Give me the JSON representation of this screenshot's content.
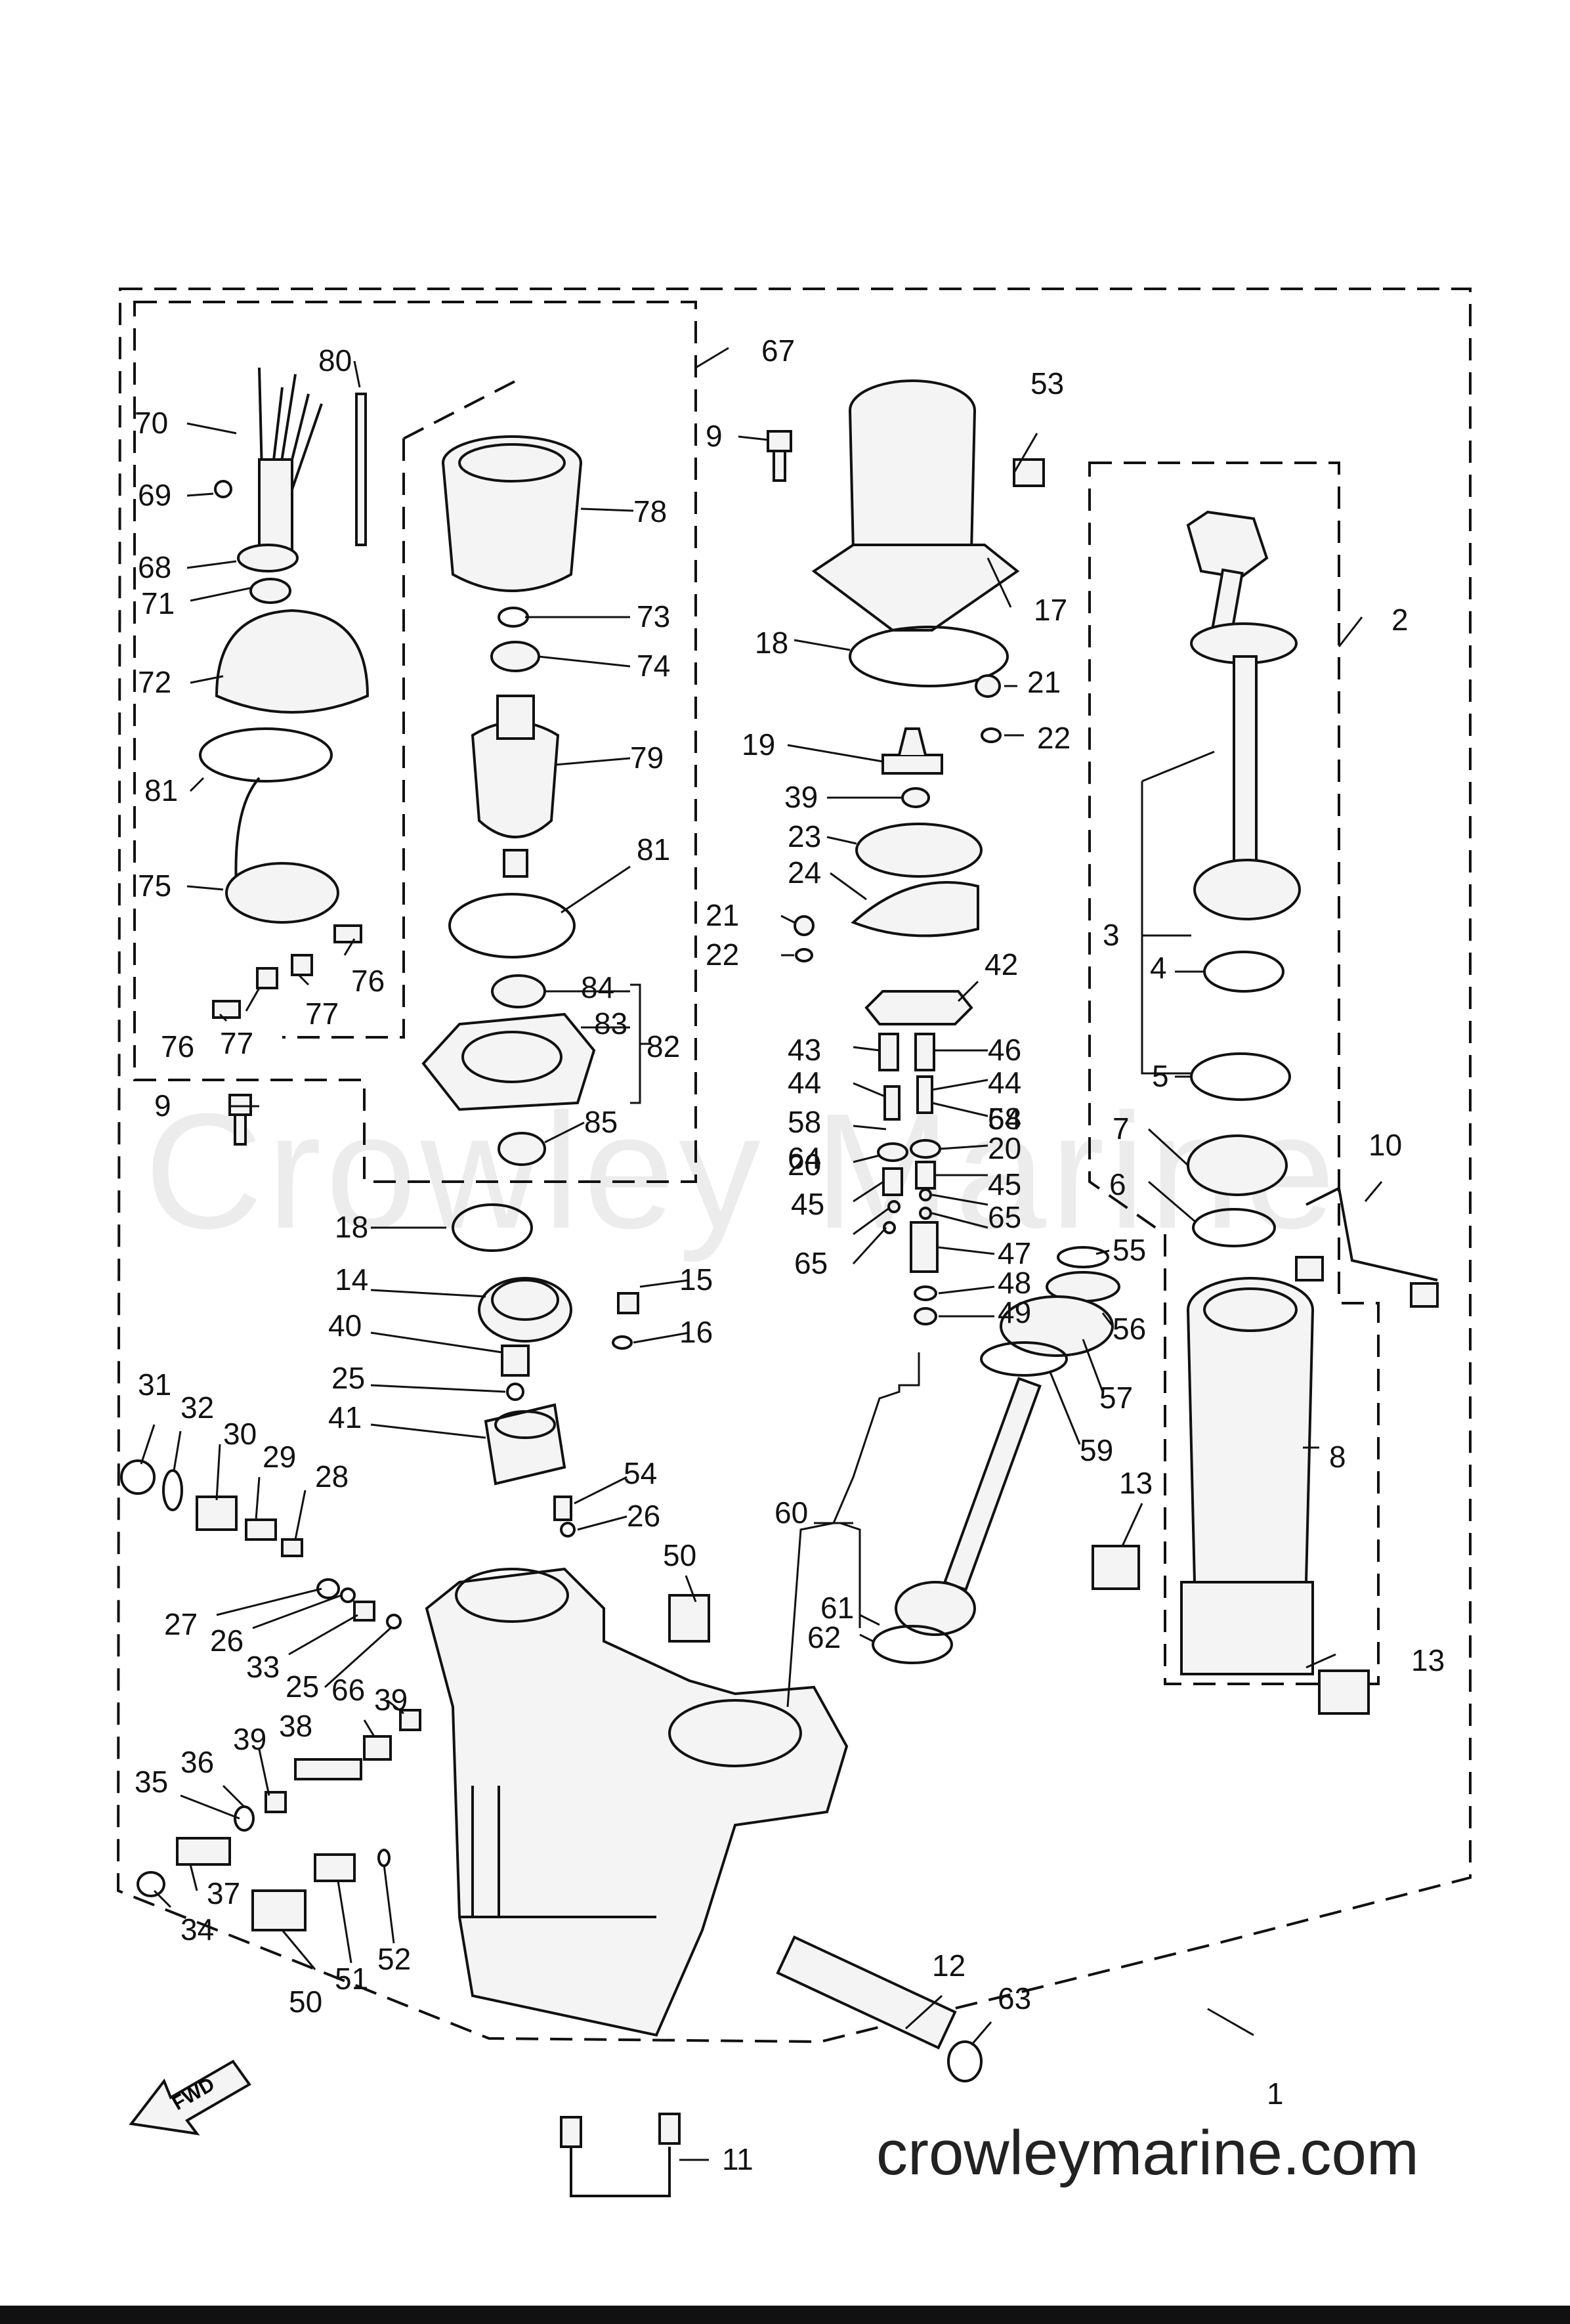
{
  "diagram": {
    "watermark": "Crowley Marine",
    "website": "crowleymarine.com",
    "fwd_label": "FWD",
    "labels": [
      {
        "id": "1",
        "text": "1"
      },
      {
        "id": "2",
        "text": "2"
      },
      {
        "id": "3",
        "text": "3"
      },
      {
        "id": "4",
        "text": "4"
      },
      {
        "id": "5",
        "text": "5"
      },
      {
        "id": "6",
        "text": "6"
      },
      {
        "id": "7",
        "text": "7"
      },
      {
        "id": "8",
        "text": "8"
      },
      {
        "id": "9a",
        "text": "9"
      },
      {
        "id": "9b",
        "text": "9"
      },
      {
        "id": "10",
        "text": "10"
      },
      {
        "id": "11",
        "text": "11"
      },
      {
        "id": "12",
        "text": "12"
      },
      {
        "id": "13a",
        "text": "13"
      },
      {
        "id": "13b",
        "text": "13"
      },
      {
        "id": "14",
        "text": "14"
      },
      {
        "id": "15",
        "text": "15"
      },
      {
        "id": "16",
        "text": "16"
      },
      {
        "id": "17",
        "text": "17"
      },
      {
        "id": "18a",
        "text": "18"
      },
      {
        "id": "18b",
        "text": "18"
      },
      {
        "id": "19",
        "text": "19"
      },
      {
        "id": "20a",
        "text": "20"
      },
      {
        "id": "20b",
        "text": "20"
      },
      {
        "id": "21a",
        "text": "21"
      },
      {
        "id": "21b",
        "text": "21"
      },
      {
        "id": "22a",
        "text": "22"
      },
      {
        "id": "22b",
        "text": "22"
      },
      {
        "id": "23",
        "text": "23"
      },
      {
        "id": "24",
        "text": "24"
      },
      {
        "id": "25a",
        "text": "25"
      },
      {
        "id": "25b",
        "text": "25"
      },
      {
        "id": "26a",
        "text": "26"
      },
      {
        "id": "26b",
        "text": "26"
      },
      {
        "id": "27",
        "text": "27"
      },
      {
        "id": "28",
        "text": "28"
      },
      {
        "id": "29",
        "text": "29"
      },
      {
        "id": "30",
        "text": "30"
      },
      {
        "id": "31",
        "text": "31"
      },
      {
        "id": "32",
        "text": "32"
      },
      {
        "id": "33",
        "text": "33"
      },
      {
        "id": "34",
        "text": "34"
      },
      {
        "id": "35",
        "text": "35"
      },
      {
        "id": "36",
        "text": "36"
      },
      {
        "id": "37",
        "text": "37"
      },
      {
        "id": "38",
        "text": "38"
      },
      {
        "id": "39a",
        "text": "39"
      },
      {
        "id": "39b",
        "text": "39"
      },
      {
        "id": "39c",
        "text": "39"
      },
      {
        "id": "40",
        "text": "40"
      },
      {
        "id": "41",
        "text": "41"
      },
      {
        "id": "42",
        "text": "42"
      },
      {
        "id": "43",
        "text": "43"
      },
      {
        "id": "44a",
        "text": "44"
      },
      {
        "id": "44b",
        "text": "44"
      },
      {
        "id": "45a",
        "text": "45"
      },
      {
        "id": "45b",
        "text": "45"
      },
      {
        "id": "46",
        "text": "46"
      },
      {
        "id": "47",
        "text": "47"
      },
      {
        "id": "48",
        "text": "48"
      },
      {
        "id": "49",
        "text": "49"
      },
      {
        "id": "50a",
        "text": "50"
      },
      {
        "id": "50b",
        "text": "50"
      },
      {
        "id": "51",
        "text": "51"
      },
      {
        "id": "52",
        "text": "52"
      },
      {
        "id": "53",
        "text": "53"
      },
      {
        "id": "54",
        "text": "54"
      },
      {
        "id": "55",
        "text": "55"
      },
      {
        "id": "56",
        "text": "56"
      },
      {
        "id": "57",
        "text": "57"
      },
      {
        "id": "58a",
        "text": "58"
      },
      {
        "id": "58b",
        "text": "58"
      },
      {
        "id": "59",
        "text": "59"
      },
      {
        "id": "60",
        "text": "60"
      },
      {
        "id": "61",
        "text": "61"
      },
      {
        "id": "62",
        "text": "62"
      },
      {
        "id": "63",
        "text": "63"
      },
      {
        "id": "64a",
        "text": "64"
      },
      {
        "id": "64b",
        "text": "64"
      },
      {
        "id": "65a",
        "text": "65"
      },
      {
        "id": "65b",
        "text": "65"
      },
      {
        "id": "66",
        "text": "66"
      },
      {
        "id": "67",
        "text": "67"
      },
      {
        "id": "68",
        "text": "68"
      },
      {
        "id": "69",
        "text": "69"
      },
      {
        "id": "70",
        "text": "70"
      },
      {
        "id": "71",
        "text": "71"
      },
      {
        "id": "72",
        "text": "72"
      },
      {
        "id": "73",
        "text": "73"
      },
      {
        "id": "74",
        "text": "74"
      },
      {
        "id": "75",
        "text": "75"
      },
      {
        "id": "76a",
        "text": "76"
      },
      {
        "id": "76b",
        "text": "76"
      },
      {
        "id": "77a",
        "text": "77"
      },
      {
        "id": "77b",
        "text": "77"
      },
      {
        "id": "78",
        "text": "78"
      },
      {
        "id": "79",
        "text": "79"
      },
      {
        "id": "80",
        "text": "80"
      },
      {
        "id": "81a",
        "text": "81"
      },
      {
        "id": "81b",
        "text": "81"
      },
      {
        "id": "82",
        "text": "82"
      },
      {
        "id": "83",
        "text": "83"
      },
      {
        "id": "84",
        "text": "84"
      },
      {
        "id": "85",
        "text": "85"
      }
    ]
  }
}
